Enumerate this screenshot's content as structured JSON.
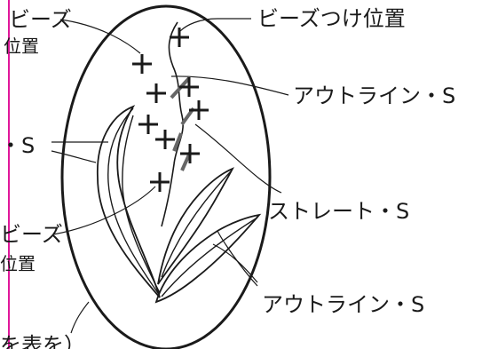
{
  "diagram": {
    "frame_line_color": "#e0179a",
    "ink_color": "#1a1a1a",
    "stem_highlight_color": "#666666",
    "labels": {
      "cropped_top_left_line1": "ビーズ",
      "cropped_top_left_line2": "位置",
      "bead_position": "ビーズつけ位置",
      "outline_stitch_top": "アウトライン・S",
      "cropped_left_mid": "・S",
      "straight_stitch": "ストレート・S",
      "cropped_left_lower_line1": "ビーズ",
      "cropped_left_lower_line2": "位置",
      "outline_stitch_bottom": "アウトライン・S",
      "cropped_bottom_left": "を表を）"
    },
    "bead_marker_glyph": "+"
  }
}
